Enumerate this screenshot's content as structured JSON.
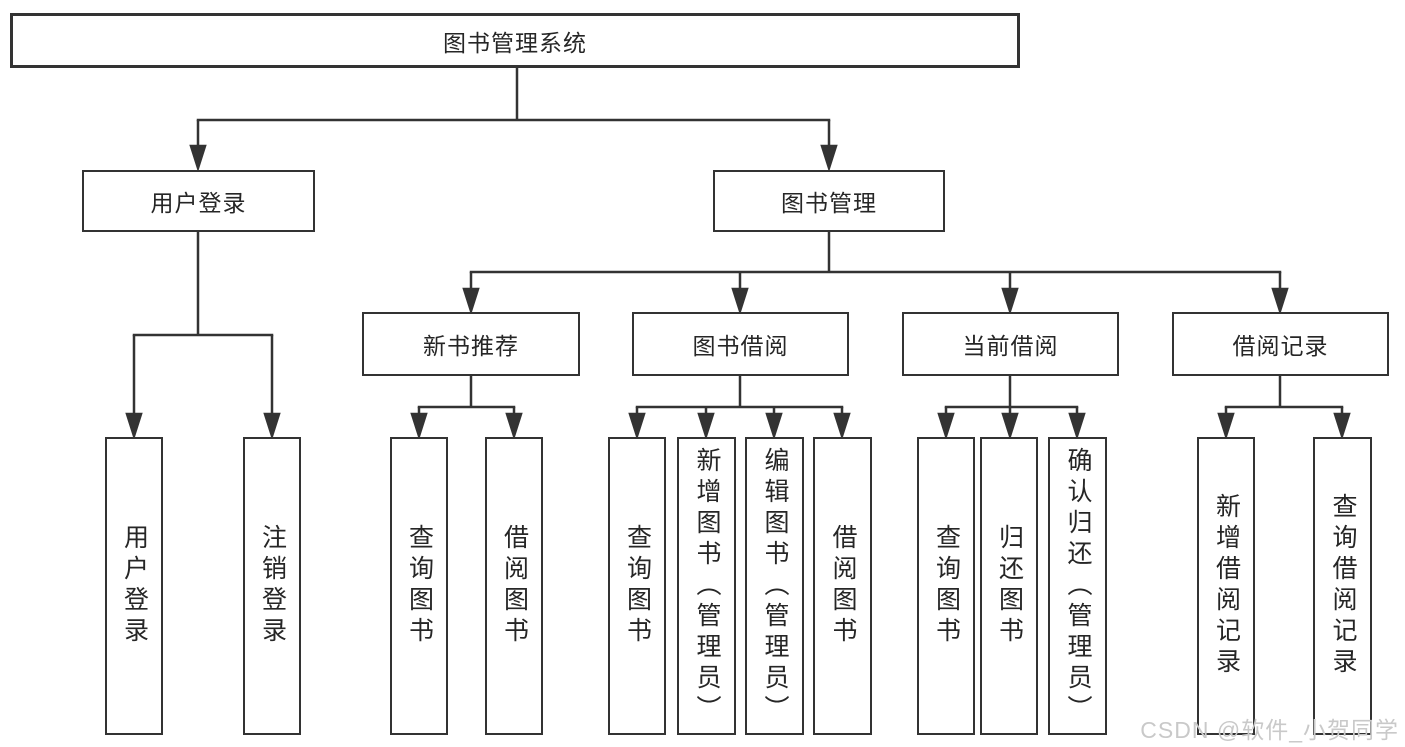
{
  "tree": {
    "root": {
      "label": "图书管理系统"
    },
    "branches": [
      {
        "label": "用户登录",
        "children": [
          {
            "label": "用户登录"
          },
          {
            "label": "注销登录"
          }
        ]
      },
      {
        "label": "图书管理",
        "children": [
          {
            "label": "新书推荐",
            "children": [
              {
                "label": "查询图书"
              },
              {
                "label": "借阅图书"
              }
            ]
          },
          {
            "label": "图书借阅",
            "children": [
              {
                "label": "查询图书"
              },
              {
                "label": "新增图书（管理员）"
              },
              {
                "label": "编辑图书（管理员）"
              },
              {
                "label": "借阅图书"
              }
            ]
          },
          {
            "label": "当前借阅",
            "children": [
              {
                "label": "查询图书"
              },
              {
                "label": "归还图书"
              },
              {
                "label": "确认归还（管理员）"
              }
            ]
          },
          {
            "label": "借阅记录",
            "children": [
              {
                "label": "新增借阅记录"
              },
              {
                "label": "查询借阅记录"
              }
            ]
          }
        ]
      }
    ]
  },
  "watermark": {
    "text": "CSDN @软件_小贺同学"
  },
  "colors": {
    "line": "#333333",
    "text": "#262626",
    "box_background": "#ffffff",
    "watermark": "#c9c9c9"
  }
}
